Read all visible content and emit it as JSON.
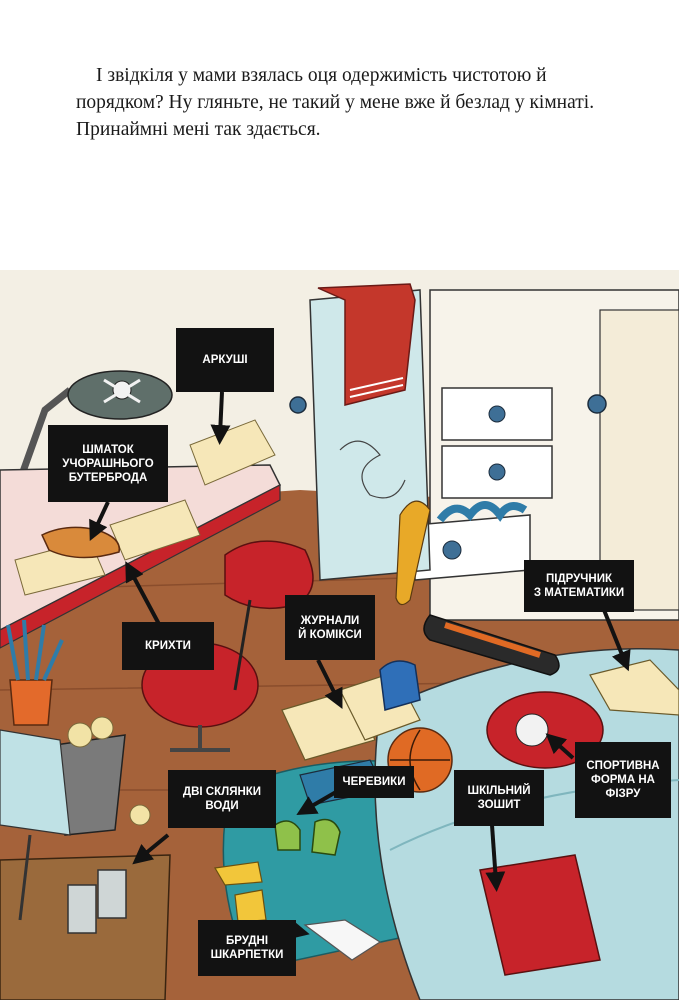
{
  "text": {
    "paragraph": "І звідкіля у мами взялась оця одержимість чистотою й порядком? Ну гляньте, не такий у мене вже й безлад у кімнаті. Принаймні мені так здається."
  },
  "labels": {
    "sheets": "Аркуші",
    "sandwich": "Шматок\nучорашнього\nбутерброда",
    "crumbs": "Крихти",
    "magazines": "Журнали\nй комікси",
    "math_textbook": "Підручник\nз математики",
    "two_glasses": "Дві склянки\nводи",
    "shoes": "Черевики",
    "school_notebook": "Шкільний\nзошит",
    "sports_uniform": "Спортивна\nформа на\nфізру",
    "dirty_socks": "Брудні\nшкарпетки"
  },
  "colors": {
    "floor": "#a5623a",
    "wall": "#f3efe4",
    "desk": "#f4dcd8",
    "chair": "#c7232a",
    "bed": "#b5dbe0",
    "door": "#cfe8ea",
    "towel": "#c4372b",
    "label_bg": "#121212"
  }
}
